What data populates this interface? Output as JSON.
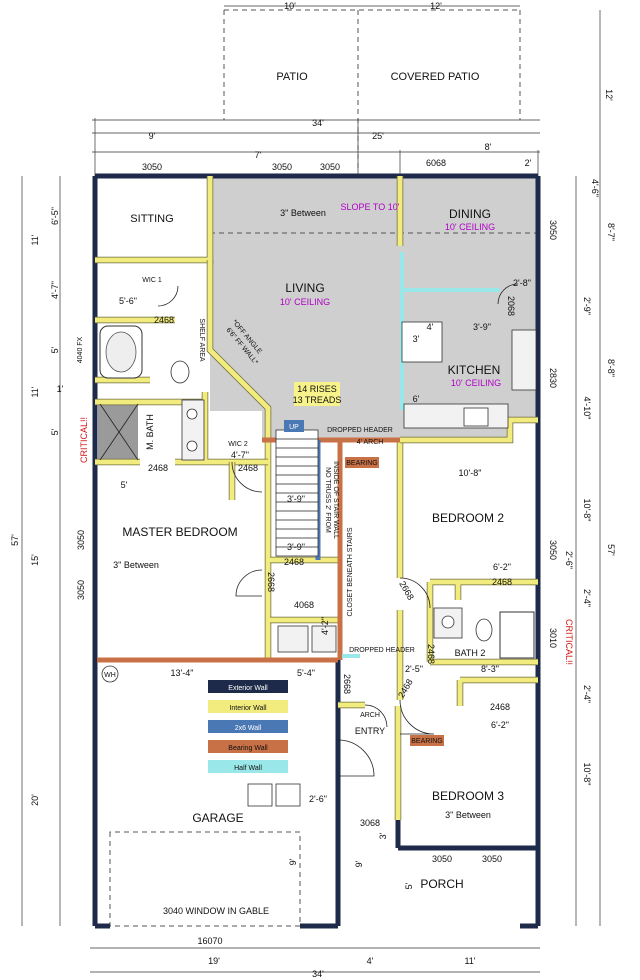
{
  "rooms": {
    "patio": "PATIO",
    "covered_patio": "COVERED PATIO",
    "sitting": "SITTING",
    "dining": "DINING",
    "dining_ceiling": "10' CEILING",
    "living": "LIVING",
    "living_ceiling": "10' CEILING",
    "kitchen": "KITCHEN",
    "kitchen_ceiling": "10' CEILING",
    "wic1": "WIC 1",
    "wic2": "WIC 2",
    "m_bath": "M. BATH",
    "master_bedroom": "MASTER BEDROOM",
    "bedroom2": "BEDROOM 2",
    "bedroom3": "BEDROOM 3",
    "bath2": "BATH 2",
    "garage": "GARAGE",
    "entry": "ENTRY",
    "porch": "PORCH"
  },
  "notes": {
    "slope": "SLOPE TO 10'",
    "between_top": "3\" Between",
    "between_master": "3\" Between",
    "between_bed3": "3\" Between",
    "rises": "14 RISES",
    "treads": "13 TREADS",
    "up": "UP",
    "dropped_header_1": "DROPPED HEADER",
    "arch_4": "4' ARCH",
    "bearing_1": "BEARING",
    "bearing_2": "BEARING",
    "off_angle_1": "*OFF ANGLE",
    "off_angle_2": "6'6\" FF WALL*",
    "no_truss_1": "NO TRUSS 2' FROM",
    "no_truss_2": "INSIDE OF STAIR WALL",
    "closet_beneath": "CLOSET BENEATH STAIRS",
    "dropped_header_2": "DROPPED HEADER",
    "arch": "ARCH",
    "critical_left": "CRITICAL!!",
    "critical_right": "CRITICAL!!",
    "window_gable": "3040 WINDOW IN GABLE",
    "wh": "WH",
    "fx": "4040 FX",
    "shelf_area": "SHELF AREA"
  },
  "legend": [
    {
      "label": "Exterior Wall",
      "color": "#1e2a4a"
    },
    {
      "label": "Interior Wall",
      "color": "#f2ec7e"
    },
    {
      "label": "2x6 Wall",
      "color": "#4a78b5"
    },
    {
      "label": "Bearing Wall",
      "color": "#c87046"
    },
    {
      "label": "Half Wall",
      "color": "#9ae7ea"
    }
  ],
  "dimensions": {
    "top_10": "10'",
    "top_12": "12'",
    "d_34_top": "34'",
    "d_9": "9'",
    "d_25": "25'",
    "d_7": "7'",
    "d_8": "8'",
    "d_2": "2'",
    "w3050a": "3050",
    "w3050b": "3050",
    "w3050c": "3050",
    "w6068": "6068",
    "r12": "12'",
    "r4_6": "4'-6\"",
    "r8_7": "8'-7\"",
    "r2_9": "2'-9\"",
    "r8_8": "8'-8\"",
    "r4_10": "4'-10\"",
    "r10_8a": "10'-8\"",
    "r57": "57'",
    "r2_6": "2'-6\"",
    "r2_4a": "2'-4\"",
    "r2_4b": "2'-4\"",
    "r10_8b": "10'-8\"",
    "l6_5": "6'-5\"",
    "l11a": "11'",
    "l4_7": "4'-7\"",
    "l5a": "5'",
    "l11b": "11'",
    "l1": "1'",
    "l5b": "5'",
    "l57": "57'",
    "l15": "15'",
    "l20": "20'",
    "w3050_right": "3050",
    "w3010": "3010",
    "w2830": "2830",
    "w3050_m1": "3050",
    "w3050_m2": "3050",
    "w3050_b3a": "3050",
    "w3050_b3b": "3050",
    "d5_6": "5'-6\"",
    "d2468a": "2468",
    "d2468b": "2468",
    "d2468c": "2468",
    "d2468d": "2468",
    "d2468e": "2468",
    "d2468f": "2468",
    "d2468g": "2468",
    "d4_7": "4'-7\"",
    "d5": "5'",
    "d3_9a": "3'-9\"",
    "d3_9b": "3'-9\"",
    "d4": "4'",
    "d3": "3'",
    "d6": "6'",
    "d10_8": "10'-8\"",
    "d6_2a": "6'-2\"",
    "d6_2b": "6'-2\"",
    "d2_8": "2'-8\"",
    "d2068": "2068",
    "d2668a": "2668",
    "d2668b": "2668",
    "d2668c": "2668",
    "d4068": "4068",
    "d4_2": "4'-2\"",
    "d13_4": "13'-4\"",
    "d5_4": "5'-4\"",
    "d2_5": "2'-5\"",
    "d8_3": "8'-3\"",
    "d2_6g": "2'-6\"",
    "d3068": "3068",
    "d16070": "16070",
    "b19": "19'",
    "b4": "4'",
    "b11": "11'",
    "b34": "34'",
    "b5": "5'",
    "b9": "9'",
    "b3": "3'"
  }
}
